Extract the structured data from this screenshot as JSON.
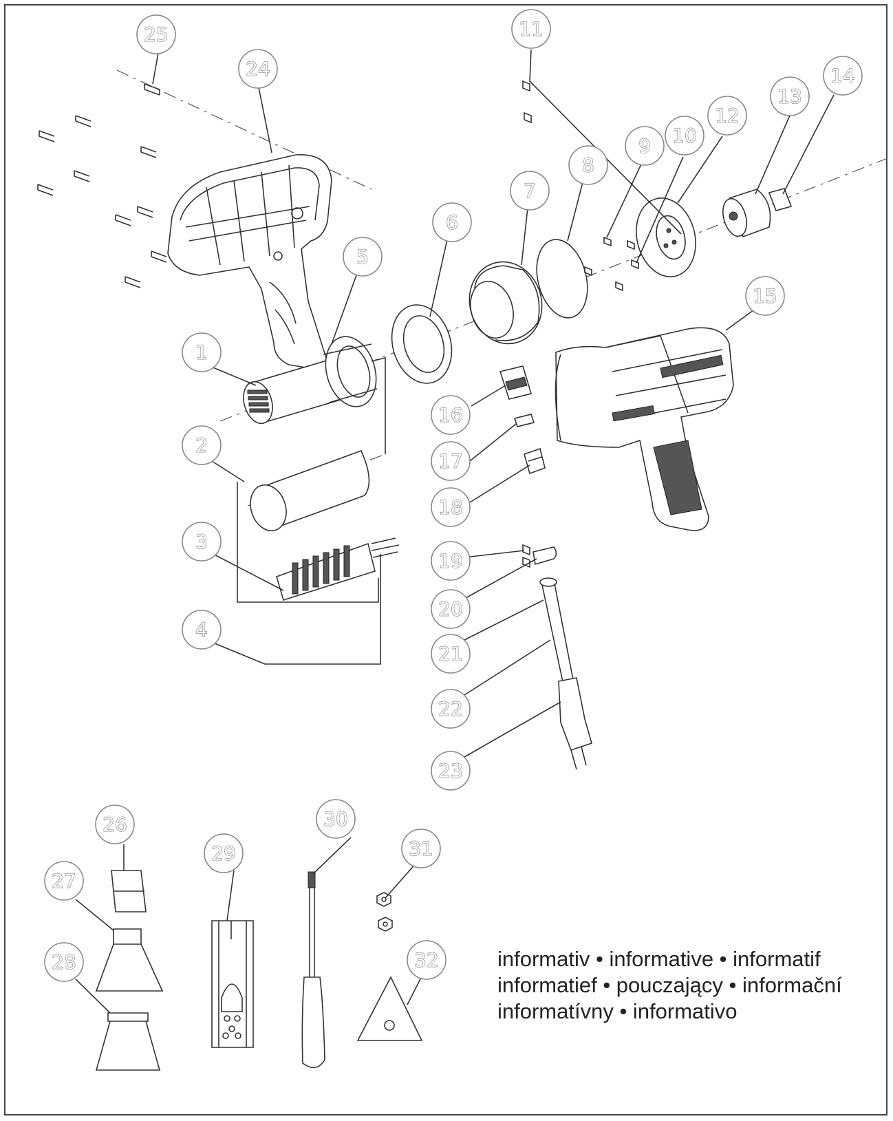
{
  "callouts": [
    {
      "label": "1"
    },
    {
      "label": "2"
    },
    {
      "label": "3"
    },
    {
      "label": "4"
    },
    {
      "label": "5"
    },
    {
      "label": "6"
    },
    {
      "label": "7"
    },
    {
      "label": "8"
    },
    {
      "label": "9"
    },
    {
      "label": "10"
    },
    {
      "label": "11"
    },
    {
      "label": "12"
    },
    {
      "label": "13"
    },
    {
      "label": "14"
    },
    {
      "label": "15"
    },
    {
      "label": "16"
    },
    {
      "label": "17"
    },
    {
      "label": "18"
    },
    {
      "label": "19"
    },
    {
      "label": "20"
    },
    {
      "label": "21"
    },
    {
      "label": "22"
    },
    {
      "label": "23"
    },
    {
      "label": "24"
    },
    {
      "label": "25"
    },
    {
      "label": "26"
    },
    {
      "label": "27"
    },
    {
      "label": "28"
    },
    {
      "label": "29"
    },
    {
      "label": "30"
    },
    {
      "label": "31"
    },
    {
      "label": "32"
    }
  ],
  "note": {
    "line1": "informativ • informative • informatif",
    "line2": "informatief • pouczający • informační",
    "line3": "informatívny • informativo"
  }
}
